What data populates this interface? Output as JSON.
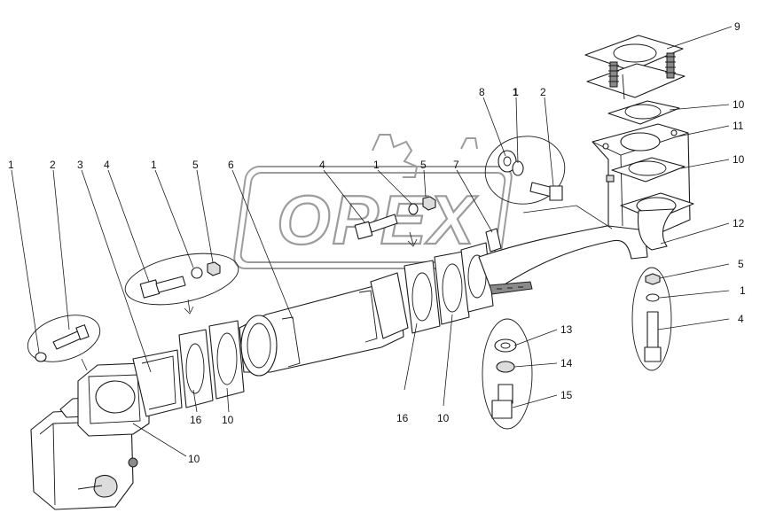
{
  "watermark": {
    "text": "OPEX"
  },
  "callouts": [
    {
      "id": "c1a",
      "label": "1"
    },
    {
      "id": "c2a",
      "label": "2"
    },
    {
      "id": "c3",
      "label": "3"
    },
    {
      "id": "c4a",
      "label": "4"
    },
    {
      "id": "c1b",
      "label": "1"
    },
    {
      "id": "c5a",
      "label": "5"
    },
    {
      "id": "c6",
      "label": "6"
    },
    {
      "id": "c4b",
      "label": "4"
    },
    {
      "id": "c1c",
      "label": "1"
    },
    {
      "id": "c5b",
      "label": "5"
    },
    {
      "id": "c7",
      "label": "7"
    },
    {
      "id": "c8",
      "label": "8"
    },
    {
      "id": "c1d",
      "label": "1"
    },
    {
      "id": "c2b",
      "label": "2"
    },
    {
      "id": "c9",
      "label": "9"
    },
    {
      "id": "c10a",
      "label": "10"
    },
    {
      "id": "c11",
      "label": "11"
    },
    {
      "id": "c10b",
      "label": "10"
    },
    {
      "id": "c12",
      "label": "12"
    },
    {
      "id": "c5c",
      "label": "5"
    },
    {
      "id": "c1e",
      "label": "1"
    },
    {
      "id": "c4c",
      "label": "4"
    },
    {
      "id": "c13",
      "label": "13"
    },
    {
      "id": "c14",
      "label": "14"
    },
    {
      "id": "c15",
      "label": "15"
    },
    {
      "id": "c16a",
      "label": "16"
    },
    {
      "id": "c10c",
      "label": "10"
    },
    {
      "id": "c16b",
      "label": "16"
    },
    {
      "id": "c10d",
      "label": "10"
    },
    {
      "id": "c10e",
      "label": "10"
    }
  ]
}
